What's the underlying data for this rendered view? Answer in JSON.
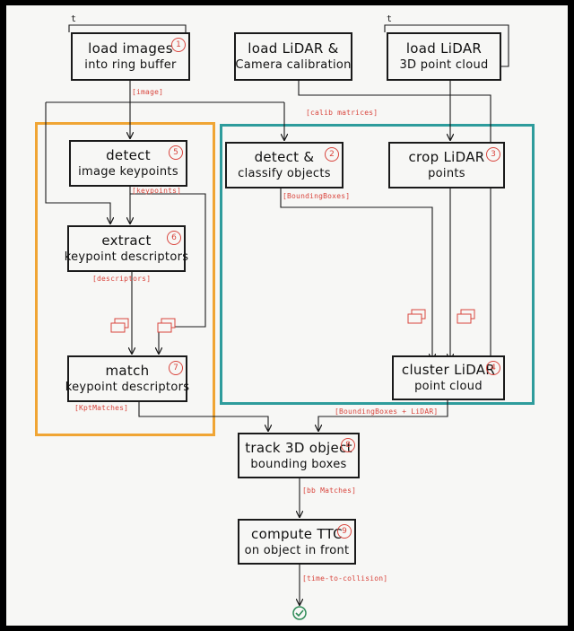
{
  "boxes": {
    "load_images": {
      "line1": "load images",
      "line2": "into ring buffer",
      "num": "1"
    },
    "load_lidar_calib": {
      "line1": "load LiDAR &",
      "line2": "Camera calibration"
    },
    "load_lidar_cloud": {
      "line1": "load LiDAR",
      "line2": "3D point cloud"
    },
    "detect_keypoints": {
      "line1": "detect",
      "line2": "image keypoints",
      "num": "5"
    },
    "detect_classify": {
      "line1": "detect &",
      "line2": "classify objects",
      "num": "2"
    },
    "crop_lidar": {
      "line1": "crop LiDAR",
      "line2": "points",
      "num": "3"
    },
    "extract_descriptors": {
      "line1": "extract",
      "line2": "keypoint descriptors",
      "num": "6"
    },
    "match_descriptors": {
      "line1": "match",
      "line2": "keypoint descriptors",
      "num": "7"
    },
    "cluster_lidar": {
      "line1": "cluster LiDAR",
      "line2": "point cloud",
      "num": "4"
    },
    "track_object": {
      "line1": "track 3D object",
      "line2": "bounding boxes",
      "num": "8"
    },
    "compute_ttc": {
      "line1": "compute TTC",
      "line2": "on object in front",
      "num": "9"
    }
  },
  "tags": {
    "image": "[image]",
    "calib_matrices": "[calib matrices]",
    "keypoints": "[keypoints]",
    "bounding_boxes": "[BoundingBoxes]",
    "descriptors": "[descriptors]",
    "kpt_matches": "[KptMatches]",
    "bb_lidar": "[BoundingBoxes + LiDAR]",
    "bb_matches": "[bb Matches]",
    "ttc": "[time-to-collision]"
  },
  "loop_label": "t",
  "colors": {
    "orange_group": "#f0a534",
    "teal_group": "#2e9c9c",
    "tag_red": "#d9453d",
    "line": "#1a1a1a",
    "done_green": "#2e8b57"
  }
}
